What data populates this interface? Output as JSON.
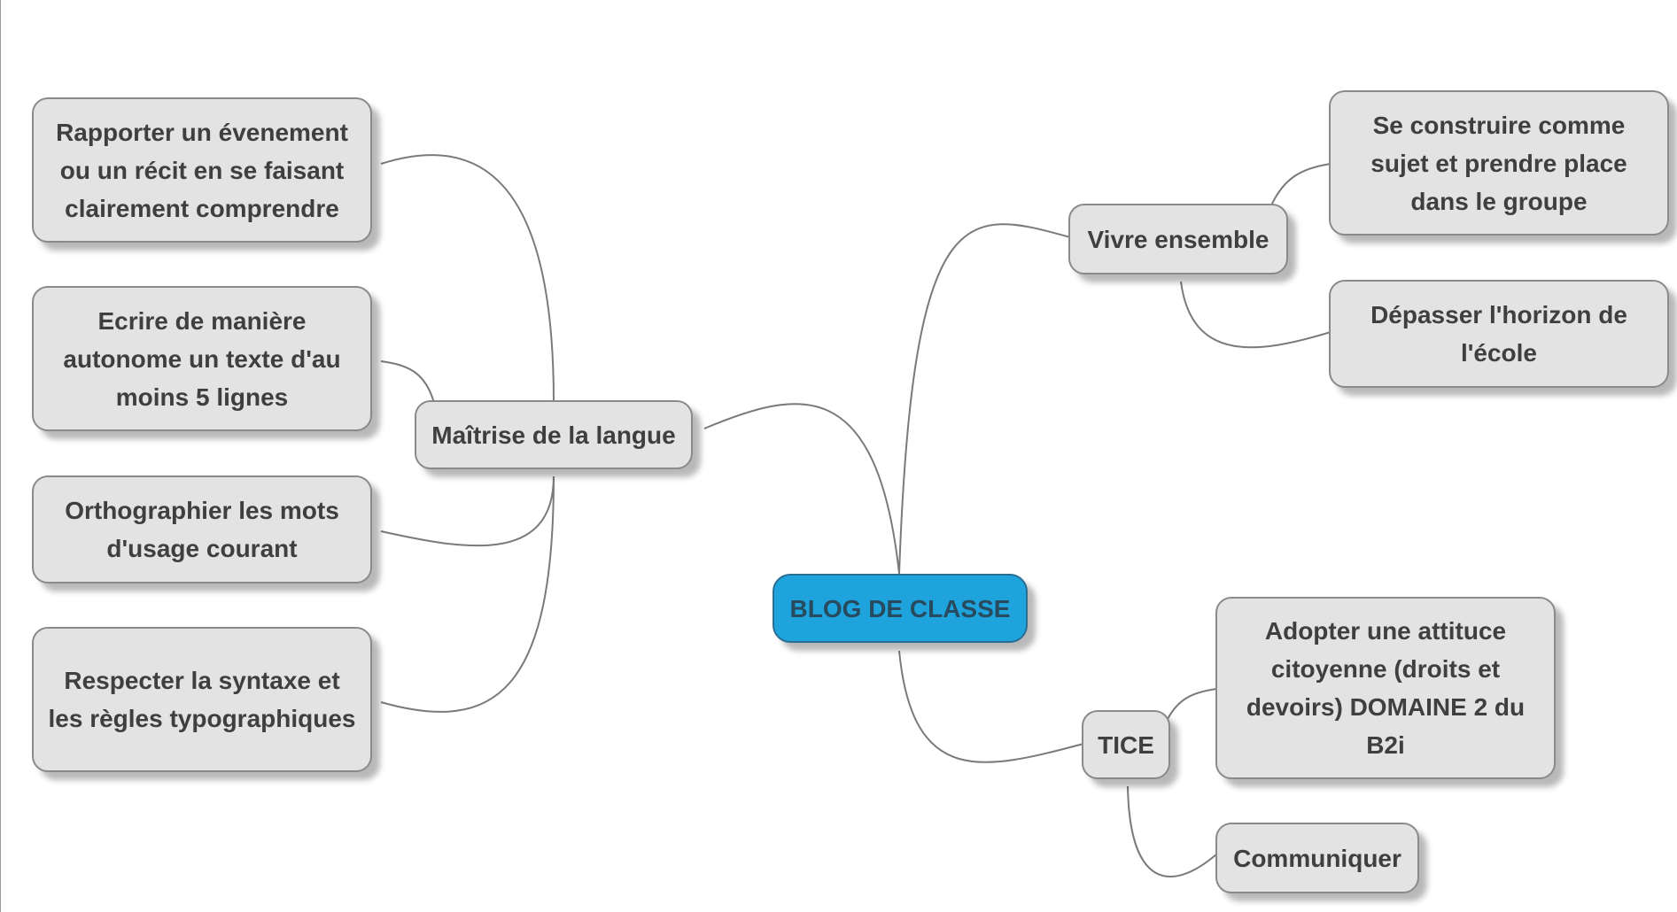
{
  "mindmap": {
    "center": "BLOG DE CLASSE",
    "branches": {
      "maitrise": {
        "label": "Maîtrise de la langue",
        "children": [
          "Rapporter un évenement ou un récit en se faisant clairement comprendre",
          "Ecrire de manière autonome un texte d'au moins 5 lignes",
          "Orthographier les mots d'usage courant",
          "Respecter la syntaxe et les règles typographiques"
        ]
      },
      "vivre": {
        "label": "Vivre ensemble",
        "children": [
          "Se construire comme sujet et prendre place dans le groupe",
          "Dépasser l'horizon de l'école"
        ]
      },
      "tice": {
        "label": "TICE",
        "children": [
          "Adopter une attituce citoyenne (droits et devoirs) DOMAINE 2 du B2i",
          "Communiquer"
        ]
      }
    }
  },
  "colors": {
    "center_fill": "#1fa3dc",
    "node_fill": "#e3e3e3",
    "connector": "#7a7a7a",
    "text": "#3f3f3f"
  }
}
